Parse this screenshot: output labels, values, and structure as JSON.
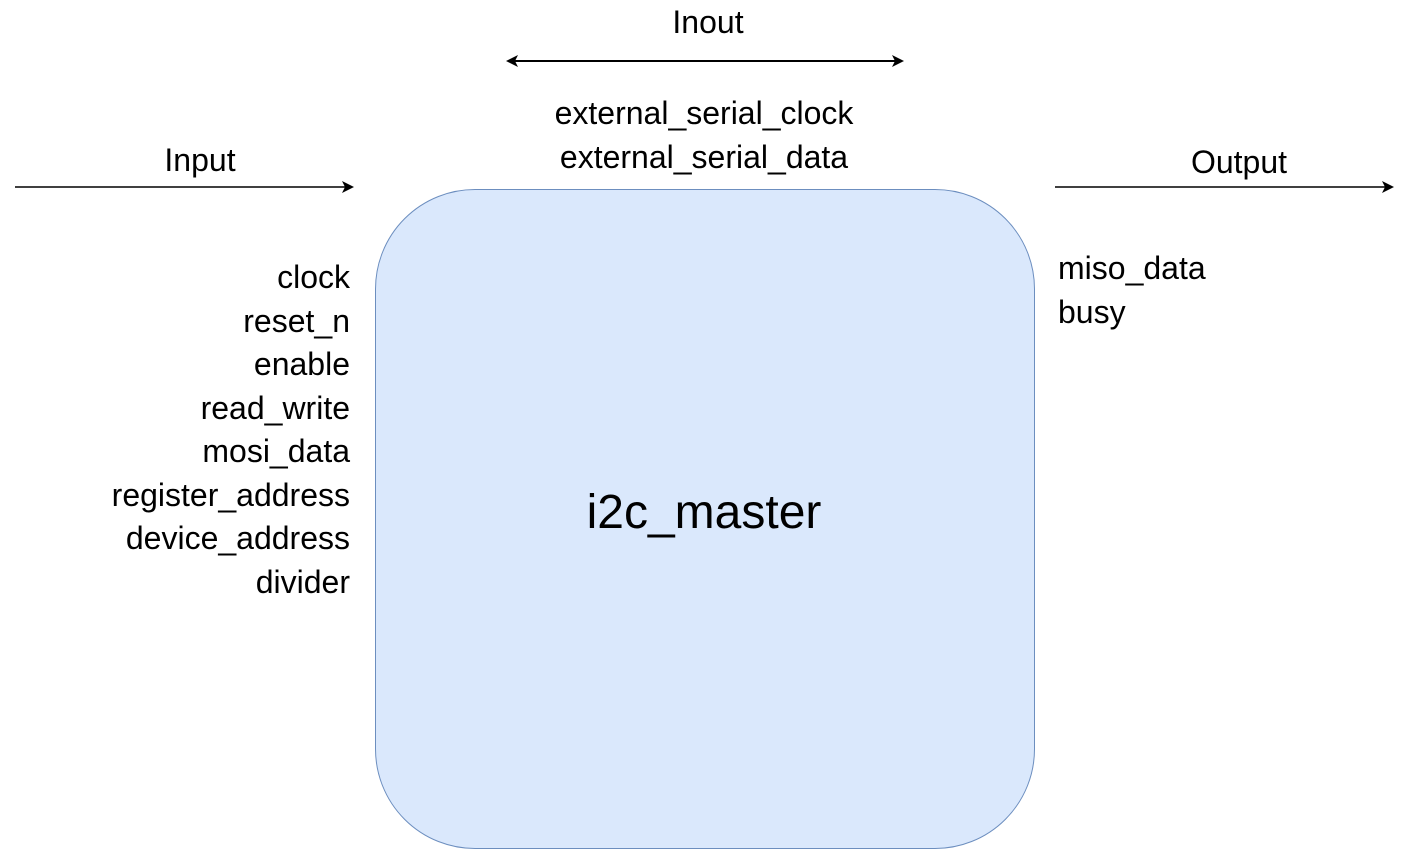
{
  "diagram": {
    "module": {
      "name": "i2c_master",
      "fill_color": "#dae8fc",
      "stroke_color": "#6c8ebf"
    },
    "inout": {
      "heading": "Inout",
      "signals": [
        "external_serial_clock",
        "external_serial_data"
      ]
    },
    "input": {
      "heading": "Input",
      "signals": [
        "clock",
        "reset_n",
        "enable",
        "read_write",
        "mosi_data",
        "register_address",
        "device_address",
        "divider"
      ]
    },
    "output": {
      "heading": "Output",
      "signals": [
        "miso_data",
        "busy"
      ]
    },
    "arrow_color": "#000000"
  }
}
